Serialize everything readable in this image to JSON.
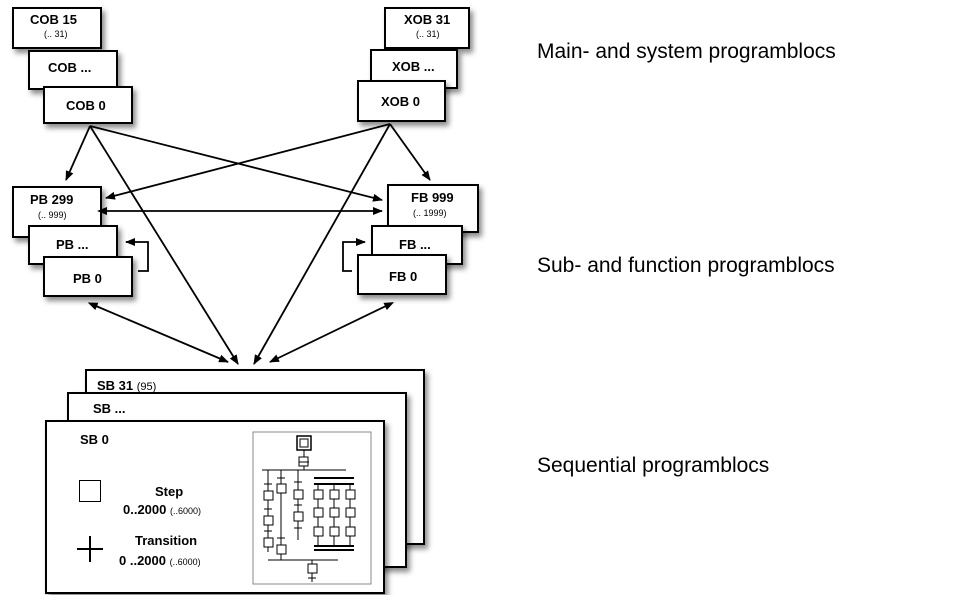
{
  "cob": {
    "top": {
      "title": "COB 15",
      "range": "(.. 31)"
    },
    "mid": {
      "title": "COB ..."
    },
    "bottom": {
      "title": "COB 0"
    }
  },
  "xob": {
    "top": {
      "title": "XOB 31",
      "range": "(.. 31)"
    },
    "mid": {
      "title": "XOB ..."
    },
    "bottom": {
      "title": "XOB 0"
    }
  },
  "pb": {
    "top": {
      "title": "PB 299",
      "range": "(.. 999)"
    },
    "mid": {
      "title": "PB ..."
    },
    "bottom": {
      "title": "PB 0"
    }
  },
  "fb": {
    "top": {
      "title": "FB 999",
      "range": "(.. 1999)"
    },
    "mid": {
      "title": "FB ..."
    },
    "bottom": {
      "title": "FB 0"
    }
  },
  "sb": {
    "top": {
      "title": "SB 31",
      "range": "(95)"
    },
    "mid": {
      "title": "SB ..."
    },
    "bottom": {
      "title": "SB 0"
    }
  },
  "legend": {
    "step_label": "Step",
    "step_range": "0..2000",
    "step_range_ext": "(..6000)",
    "transition_label": "Transition",
    "transition_range": "0 ..2000",
    "transition_range_ext": "(..6000)"
  },
  "captions": {
    "main": "Main- and system programblocs",
    "sub": "Sub- and function programblocs",
    "seq": "Sequential programblocs"
  }
}
